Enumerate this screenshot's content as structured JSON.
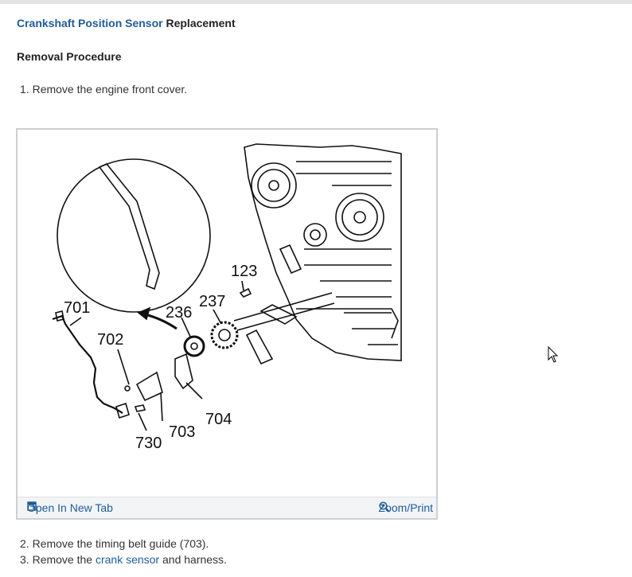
{
  "title": {
    "link_text": "Crankshaft Position Sensor",
    "rest_text": " Replacement"
  },
  "section": {
    "heading": "Removal Procedure"
  },
  "steps": [
    {
      "num": "1.",
      "text": "Remove the engine front cover."
    },
    {
      "num": "2.",
      "text": "Remove the timing belt guide (703)."
    },
    {
      "num": "3.",
      "pre": "Remove the ",
      "link": "crank sensor",
      "post": " and harness."
    }
  ],
  "figure": {
    "callouts": [
      "123",
      "236",
      "237",
      "701",
      "702",
      "703",
      "704",
      "730"
    ],
    "footer": {
      "open_tab_label": "Open In New Tab",
      "zoom_label": "Zoom/Print",
      "open_tab_icon": "open-new-tab-icon",
      "zoom_icon": "magnifier-plus-icon"
    }
  },
  "colors": {
    "link": "#1f5c99",
    "text": "#222222",
    "footer_bg": "#f2f4f6",
    "border": "#cfcfcf"
  }
}
